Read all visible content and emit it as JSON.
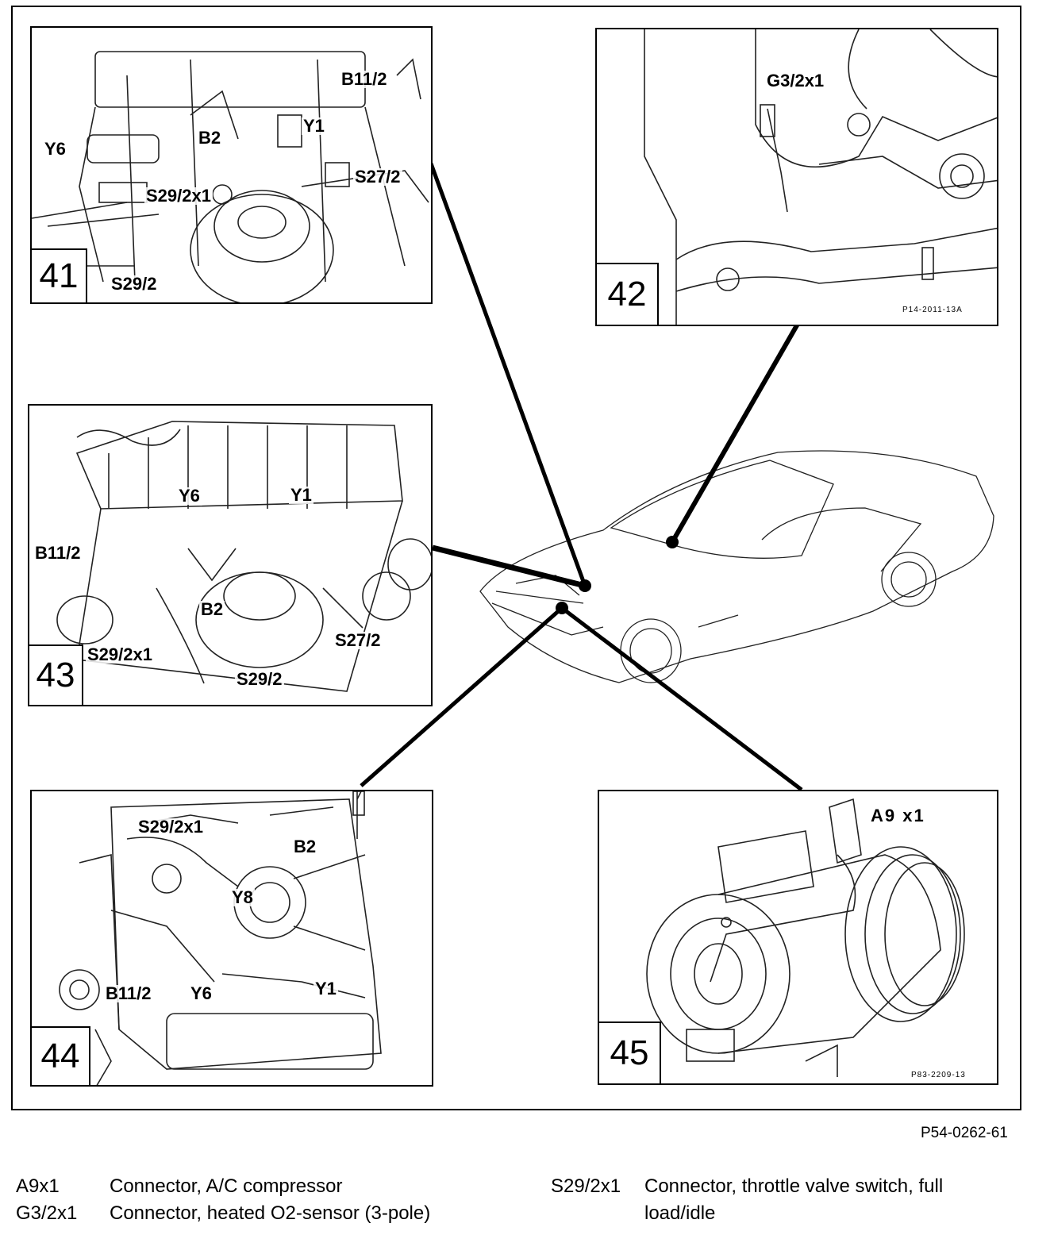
{
  "panels": [
    {
      "number": "41",
      "labels": [
        "B11/2",
        "Y1",
        "B2",
        "Y6",
        "S27/2",
        "S29/2x1",
        "S29/2"
      ]
    },
    {
      "number": "42",
      "labels": [
        "G3/2x1"
      ],
      "code": "P14-2011-13A"
    },
    {
      "number": "43",
      "labels": [
        "Y6",
        "Y1",
        "B11/2",
        "B2",
        "S29/2x1",
        "S27/2",
        "S29/2"
      ]
    },
    {
      "number": "44",
      "labels": [
        "S29/2x1",
        "B2",
        "Y8",
        "B11/2",
        "Y6",
        "Y1"
      ]
    },
    {
      "number": "45",
      "labels": [
        "A9 x1"
      ],
      "code": "P83-2209-13"
    }
  ],
  "figure_ref": "P54-0262-61",
  "legend": [
    {
      "code": "A9x1",
      "description": "Connector, A/C compressor"
    },
    {
      "code": "G3/2x1",
      "description": "Connector, heated O2-sensor (3-pole)"
    },
    {
      "code": "S29/2x1",
      "description": "Connector, throttle valve switch, full load/idle"
    }
  ]
}
